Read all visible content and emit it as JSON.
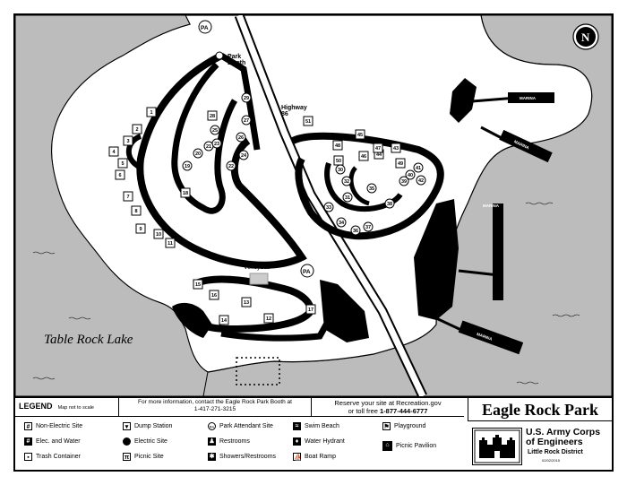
{
  "map": {
    "lake_label": "Table Rock Lake",
    "labels": {
      "park_booth": "Park\nBooth",
      "highway": "Highway\n86",
      "volleyball": "Volleyball"
    },
    "marinas": [
      "MARINA",
      "MARINA",
      "MARINA",
      "MARINA"
    ],
    "north_arrow": "N",
    "attendant_badges": [
      "PA",
      "PA"
    ],
    "sites": [
      "1",
      "2",
      "3",
      "4",
      "5",
      "6",
      "7",
      "8",
      "9",
      "10",
      "11",
      "12",
      "13",
      "14",
      "15",
      "16",
      "17",
      "18",
      "19",
      "20",
      "21",
      "22",
      "23",
      "24",
      "25",
      "26",
      "27",
      "28",
      "29",
      "30",
      "31",
      "32",
      "33",
      "34",
      "35",
      "36",
      "37",
      "38",
      "39",
      "40",
      "41",
      "42",
      "43",
      "44",
      "45",
      "46",
      "47",
      "48",
      "49",
      "50",
      "51"
    ]
  },
  "legend": {
    "title": "LEGEND",
    "scale_note": "Map not to scale",
    "contact_text": "For more information, contact the Eagle Rock Park Booth at 1-417-271-3215",
    "reserve_line1": "Reserve your site at Recreation.gov",
    "reserve_line2_prefix": "or toll free ",
    "reserve_phone": "1-877-444-6777",
    "park_name": "Eagle Rock Park",
    "items": {
      "non_electric": "Non-Electric Site",
      "elec_water": "Elec. and Water",
      "trash": "Trash Container",
      "dump": "Dump Station",
      "electric": "Electric Site",
      "picnic_site": "Picnic Site",
      "pa_site": "Park Attendant Site",
      "restrooms": "Restrooms",
      "showers": "Showers/Restrooms",
      "swim": "Swim Beach",
      "hydrant": "Water Hydrant",
      "boat_ramp": "Boat Ramp",
      "playground": "Playground",
      "pavilion": "Picnic Pavilion"
    },
    "corps_line1": "U.S. Army Corps",
    "corps_line2": "of Engineers",
    "district": "Little Rock District",
    "date_code": "02/02/2015"
  }
}
